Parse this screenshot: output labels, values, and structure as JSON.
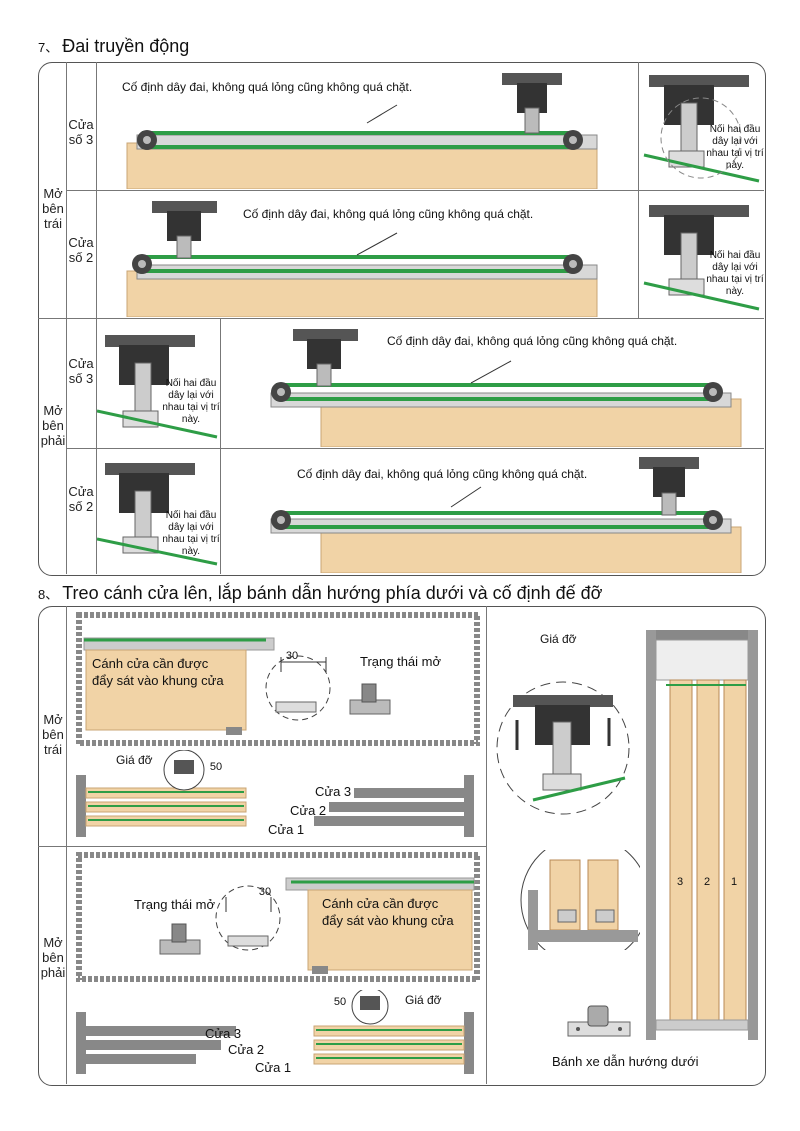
{
  "section7": {
    "number": "7、",
    "title": "Đai truyền động",
    "side_left": "Mở bên trái",
    "side_right": "Mở bên phải",
    "door3": "Cửa số 3",
    "door2": "Cửa số 2",
    "fix_note": "Cố định dây đai, không quá lỏng cũng không quá chặt.",
    "join_note": "Nối hai đầu dây lại với nhau tại vị trí này."
  },
  "section8": {
    "number": "8、",
    "title": "Treo cánh cửa lên, lắp bánh dẫn hướng phía dưới và cố định đế đỡ",
    "side_left": "Mở bên trái",
    "side_right": "Mở bên phải",
    "push_note_line1": "Cánh cửa cần được",
    "push_note_line2": "đẩy sát vào khung cửa",
    "open_state": "Trạng thái mở",
    "dim_30": "30",
    "dim_50": "50",
    "bracket": "Giá đỡ",
    "door3": "Cửa 3",
    "door2": "Cửa 2",
    "door1": "Cửa 1",
    "panel_numbers": [
      "3",
      "2",
      "1"
    ],
    "guide_wheel": "Bánh xe dẫn hướng dưới"
  }
}
